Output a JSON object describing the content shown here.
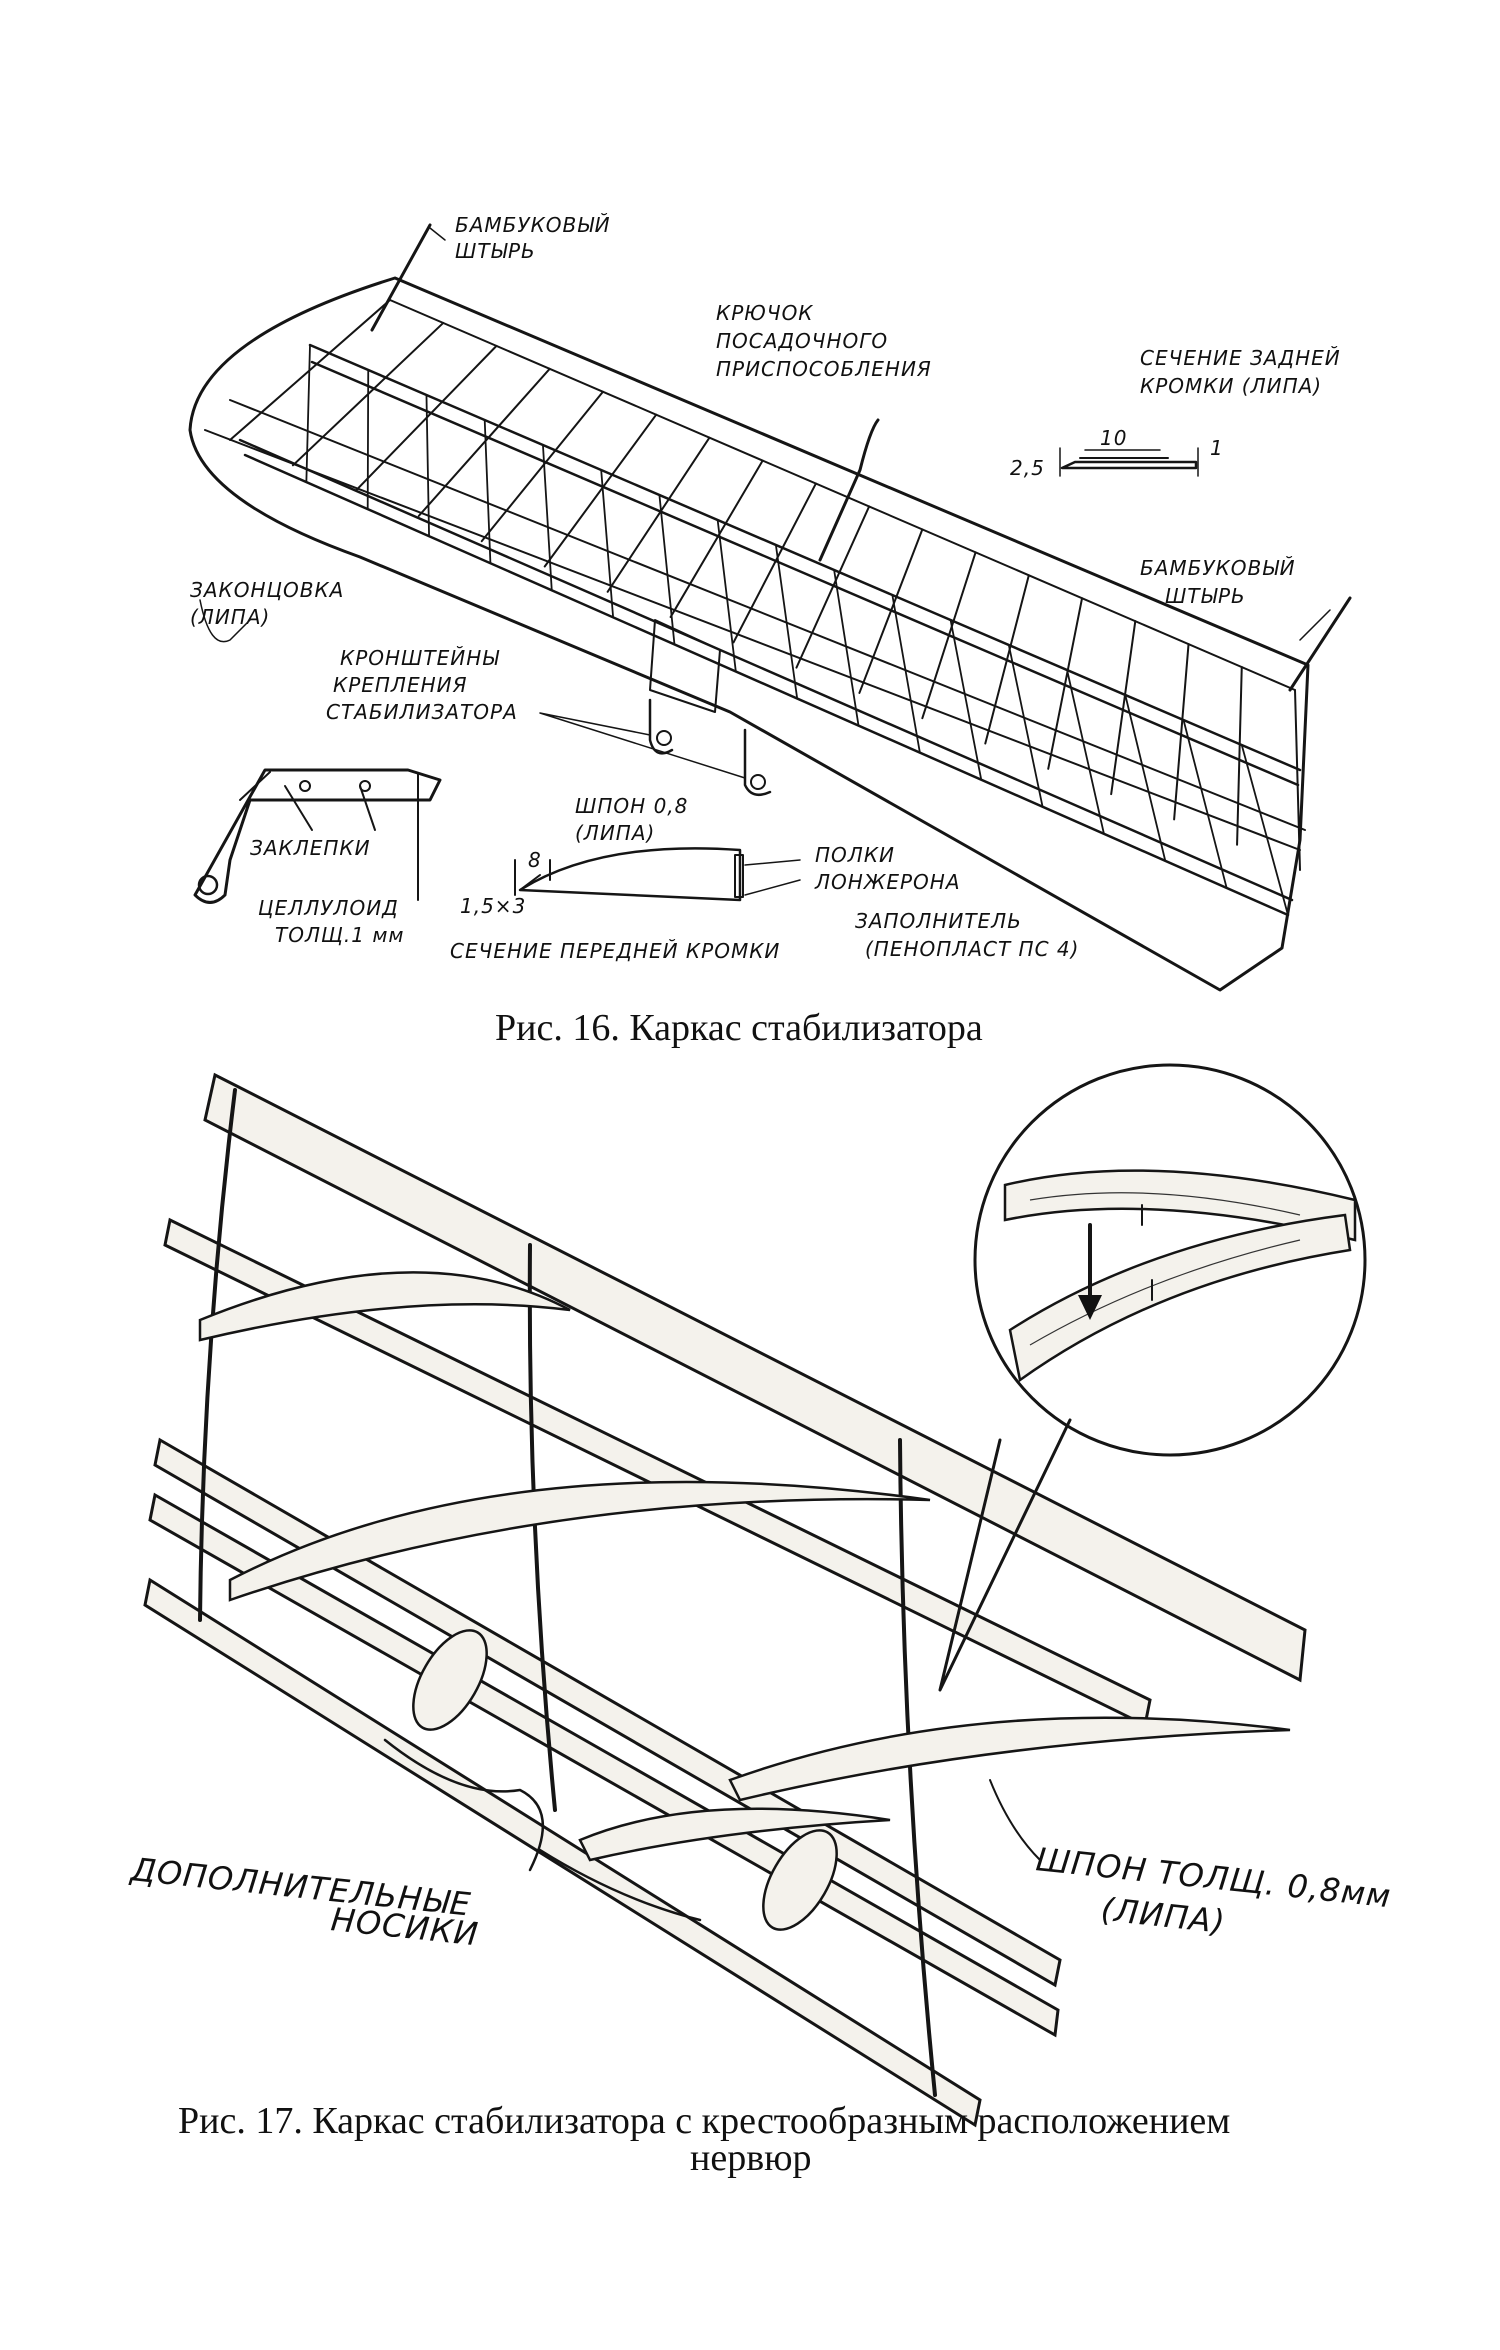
{
  "fig16": {
    "labels": {
      "bamboo_pin_left": [
        "БАМБУКОВЫЙ",
        "ШТЫРЬ"
      ],
      "hook": [
        "КРЮЧОК",
        "ПОСАДОЧНОГО",
        "ПРИСПОСОБЛЕНИЯ"
      ],
      "trailing_section_title": [
        "СЕЧЕНИЕ ЗАДНЕЙ",
        "КРОМКИ (ЛИПА)"
      ],
      "dim_10": "10",
      "dim_2_5": "2,5",
      "dim_1": "1",
      "bamboo_pin_right": [
        "БАМБУКОВЫЙ",
        "ШТЫРЬ"
      ],
      "tip": [
        "ЗАКОНЦОВКА",
        "(ЛИПА)"
      ],
      "brackets": [
        "КРОНШТЕЙНЫ",
        "КРЕПЛЕНИЯ",
        "СТАБИЛИЗАТОРА"
      ],
      "rivets": "ЗАКЛЕПКИ",
      "celluloid": [
        "ЦЕЛЛУЛОИД",
        "ТОЛЩ.1 мм"
      ],
      "veneer": [
        "ШПОН 0,8",
        "(ЛИПА)"
      ],
      "spar_flanges": [
        "ПОЛКИ",
        "ЛОНЖЕРОНА"
      ],
      "dim_8": "8",
      "dim_1_5x3": "1,5×3",
      "filler": [
        "ЗАПОЛНИТЕЛЬ",
        "(ПЕНОПЛАСТ ПС 4)"
      ],
      "leading_section_title": "СЕЧЕНИЕ ПЕРЕДНЕЙ КРОМКИ"
    },
    "caption": "Рис. 16. Каркас стабилизатора"
  },
  "fig17": {
    "labels": {
      "extra_noses": [
        "ДОПОЛНИТЕЛЬНЫЕ",
        "НОСИКИ"
      ],
      "veneer": [
        "ШПОН ТОЛЩ. 0,8мм",
        "(ЛИПА)"
      ]
    },
    "caption": [
      "Рис. 17. Каркас стабилизатора с крестообразным расположением",
      "нервюр"
    ]
  }
}
